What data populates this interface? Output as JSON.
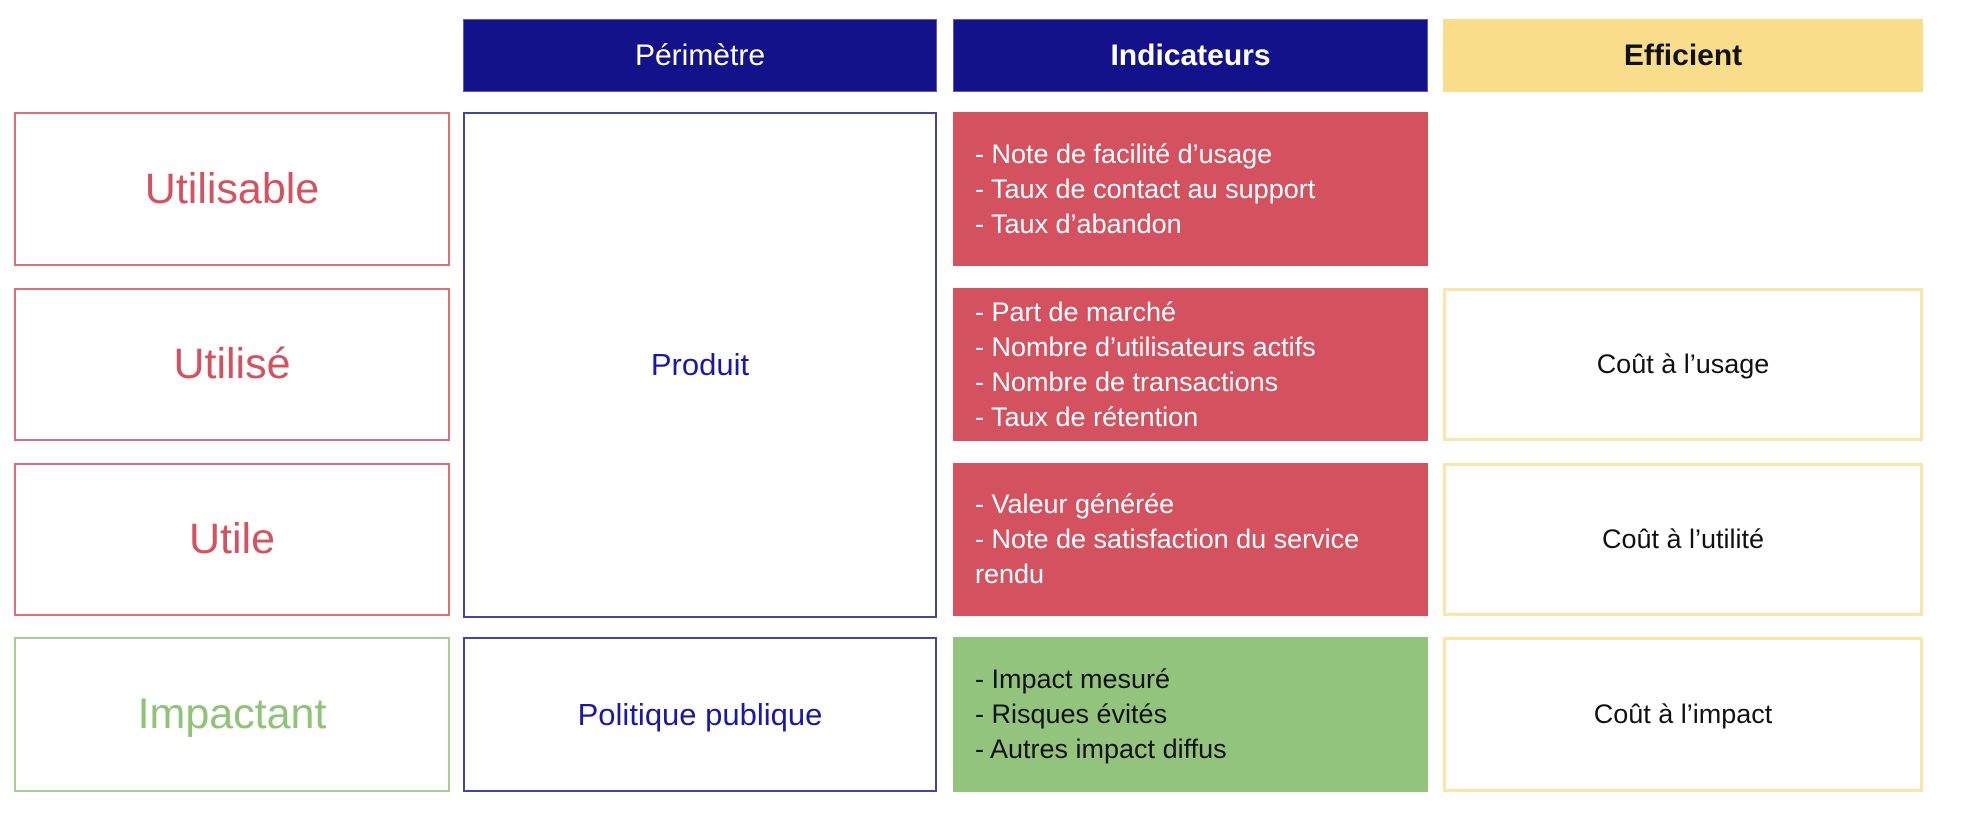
{
  "palette": {
    "navy": "#14128B",
    "blue_text": "#1A18A8",
    "red": "#D4525F",
    "green": "#93C47D",
    "yellow": "#FADD8A",
    "yellow_border": "#FBE5A9",
    "black": "#111111",
    "white": "#FFFFFF"
  },
  "headers": {
    "perimetre": "Périmètre",
    "indicateurs": "Indicateurs",
    "efficient": "Efficient"
  },
  "perimetre_cells": {
    "produit": "Produit",
    "politique_publique": "Politique publique"
  },
  "rows": [
    {
      "label": "Utilisable",
      "label_color": "#D4525F",
      "indicators": [
        "- Note de facilité d’usage",
        "- Taux de contact au support",
        "- Taux d’abandon"
      ],
      "indicator_bg": "#D4525F",
      "efficient": null
    },
    {
      "label": "Utilisé",
      "label_color": "#D4525F",
      "indicators": [
        "- Part de marché",
        "- Nombre d’utilisateurs actifs",
        "- Nombre de transactions",
        "- Taux de rétention"
      ],
      "indicator_bg": "#D4525F",
      "efficient": "Coût à l’usage"
    },
    {
      "label": "Utile",
      "label_color": "#D4525F",
      "indicators": [
        "- Valeur générée",
        "- Note de satisfaction du service rendu"
      ],
      "indicator_bg": "#D4525F",
      "efficient": "Coût à l’utilité"
    },
    {
      "label": "Impactant",
      "label_color": "#93C47D",
      "indicators": [
        "- Impact mesuré",
        "- Risques évités",
        "- Autres impact diffus"
      ],
      "indicator_bg": "#93C47D",
      "efficient": "Coût à l’impact"
    }
  ]
}
